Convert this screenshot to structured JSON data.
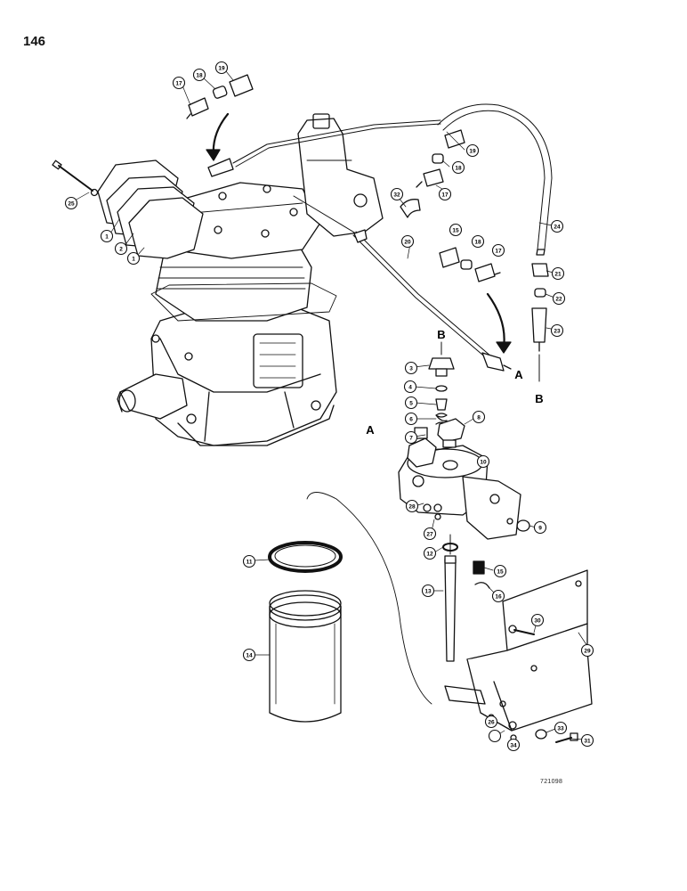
{
  "page_number": "146",
  "drawing_code": "721098",
  "callouts": {
    "c1a": "1",
    "c1b": "1",
    "c2": "2",
    "c3": "3",
    "c4": "4",
    "c5": "5",
    "c6": "6",
    "c7": "7",
    "c8": "8",
    "c9": "9",
    "c10": "10",
    "c11": "11",
    "c12": "12",
    "c13": "13",
    "c14": "14",
    "c15a": "15",
    "c15b": "15",
    "c16": "16",
    "c17a": "17",
    "c17b": "17",
    "c17c": "17",
    "c18a": "18",
    "c18b": "18",
    "c18c": "18",
    "c19a": "19",
    "c19b": "19",
    "c20": "20",
    "c21": "21",
    "c22": "22",
    "c23a": "23",
    "c23b": "23",
    "c24": "24",
    "c25": "25",
    "c26": "26",
    "c27": "27",
    "c28": "28",
    "c29": "29",
    "c30": "30",
    "c31": "31",
    "c32": "32",
    "c33": "33",
    "c34": "34"
  },
  "letters": {
    "a_valve": "A",
    "a_line": "A",
    "b_top": "B",
    "b_bottom": "B"
  }
}
